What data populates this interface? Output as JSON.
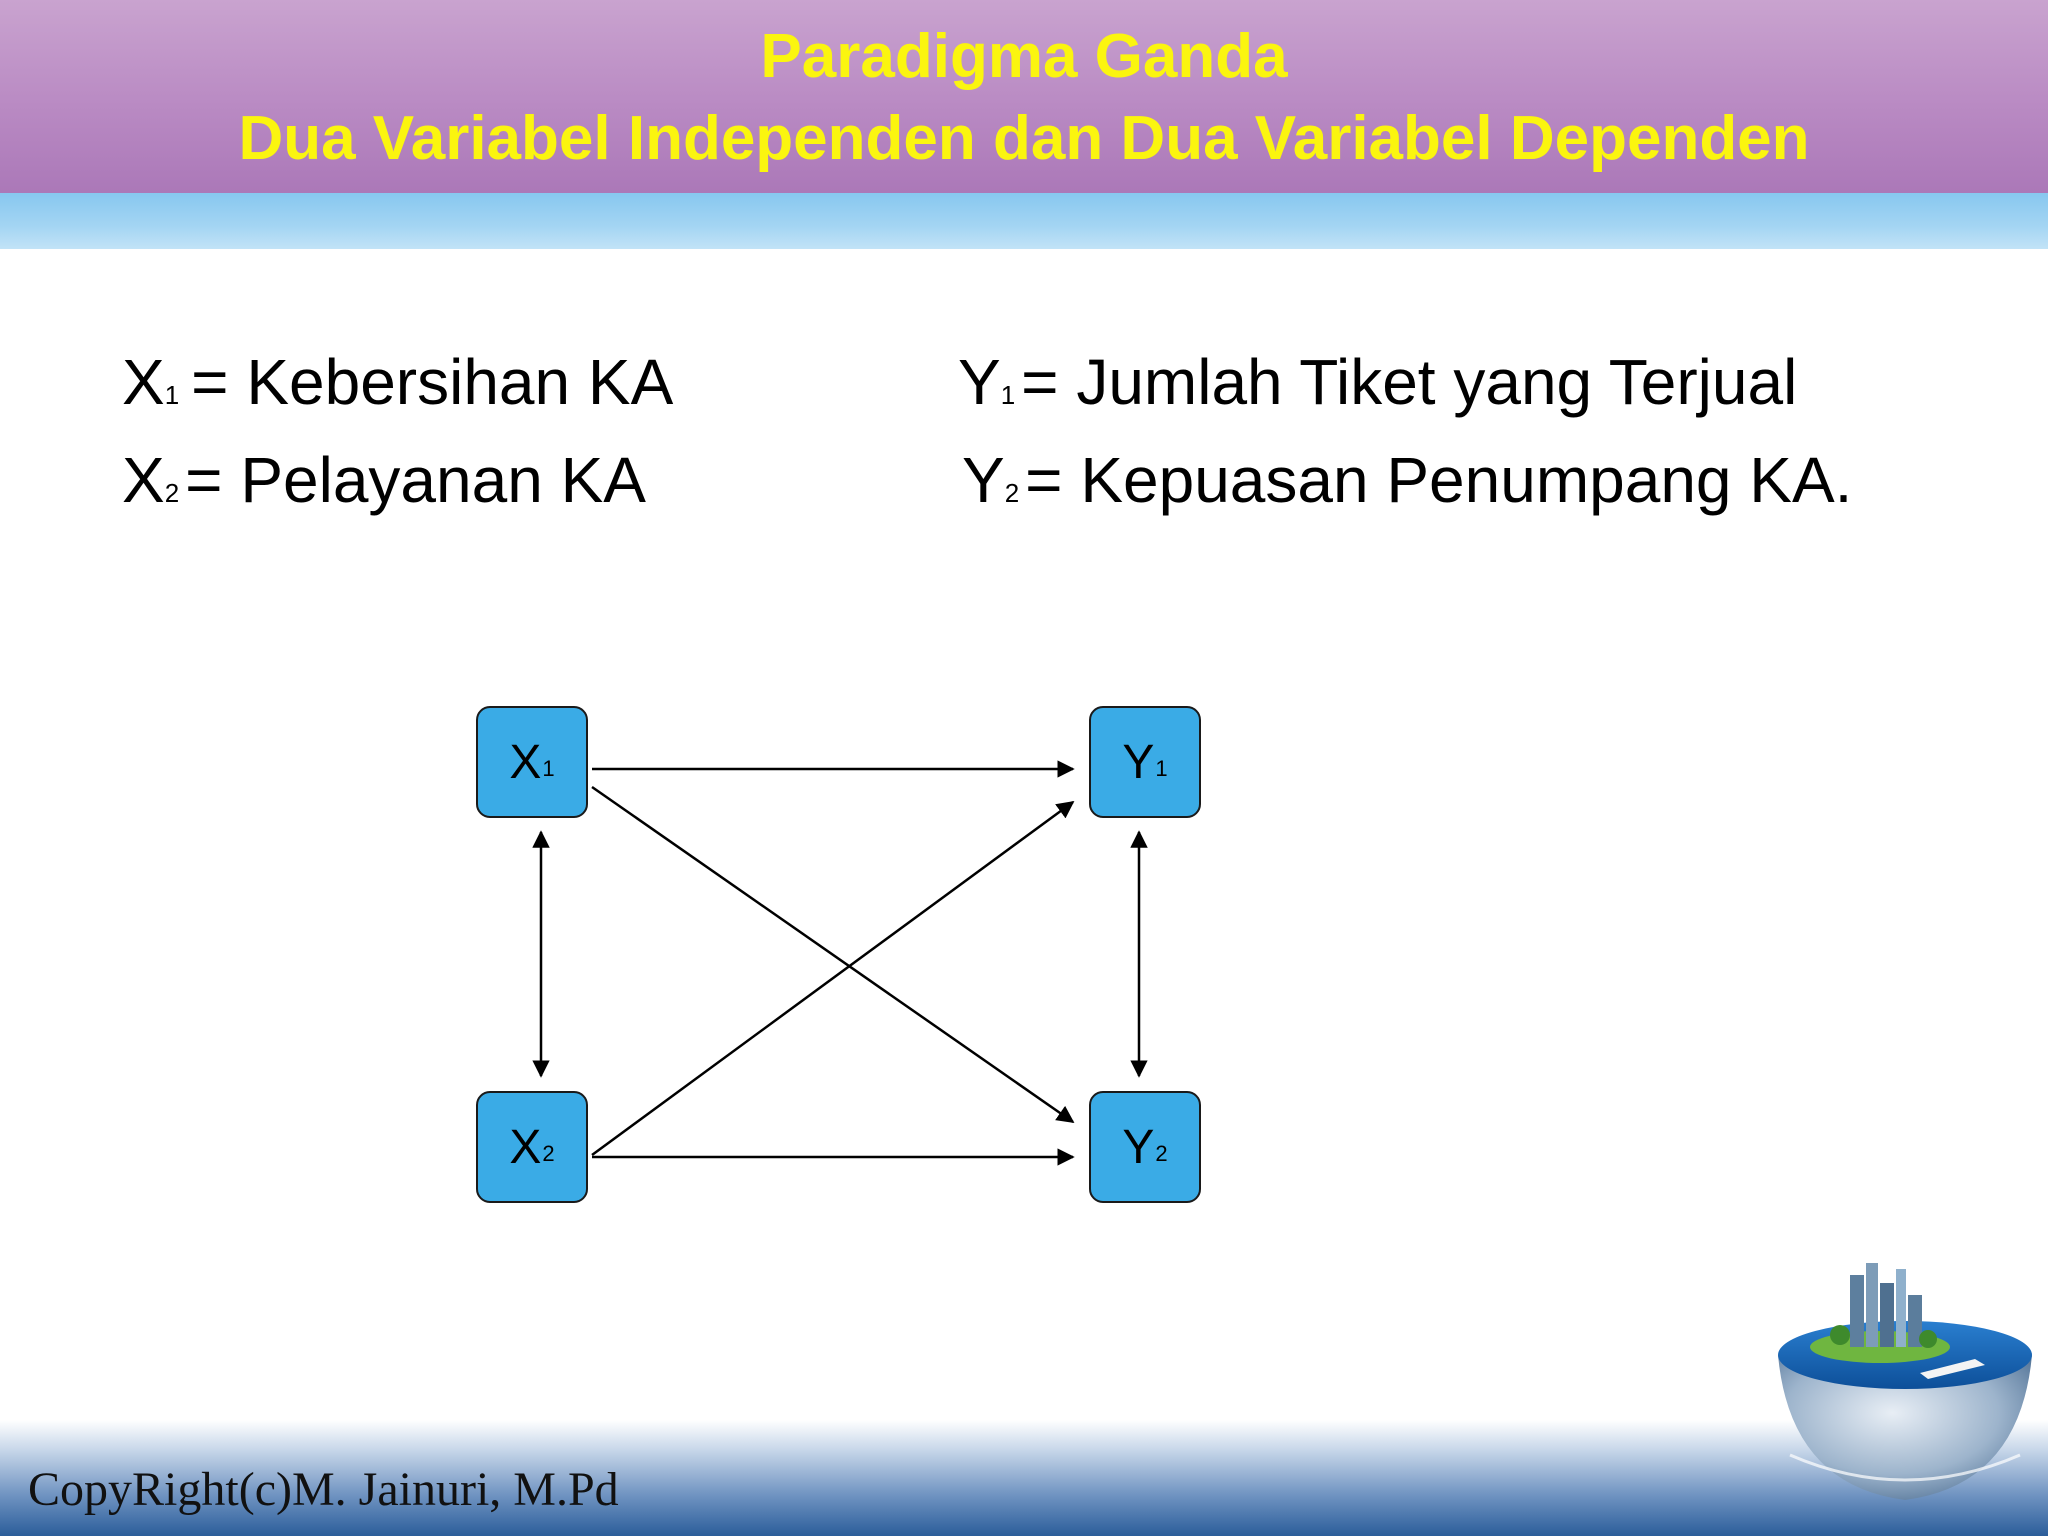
{
  "header": {
    "title_line1": "Paradigma Ganda",
    "title_line2": "Dua Variabel Independen dan Dua Variabel Dependen"
  },
  "legend": {
    "x1": {
      "symbol": "X",
      "subscript": "1",
      "description": "= Kebersihan KA"
    },
    "x2": {
      "symbol": "X",
      "subscript": "2",
      "description": "= Pelayanan KA"
    },
    "y1": {
      "symbol": "Y",
      "subscript": "1",
      "description": "= Jumlah Tiket yang Terjual"
    },
    "y2": {
      "symbol": "Y",
      "subscript": "2",
      "description": "= Kepuasan Penumpang KA."
    }
  },
  "diagram": {
    "nodes": {
      "x1": {
        "symbol": "X",
        "subscript": "1"
      },
      "x2": {
        "symbol": "X",
        "subscript": "2"
      },
      "y1": {
        "symbol": "Y",
        "subscript": "1"
      },
      "y2": {
        "symbol": "Y",
        "subscript": "2"
      }
    },
    "node_color": "#3aabe6",
    "edges": [
      {
        "from": "x1",
        "to": "y1",
        "type": "directed"
      },
      {
        "from": "x1",
        "to": "y2",
        "type": "directed"
      },
      {
        "from": "x2",
        "to": "y1",
        "type": "directed"
      },
      {
        "from": "x2",
        "to": "y2",
        "type": "directed"
      },
      {
        "from": "x1",
        "to": "x2",
        "type": "bidirectional"
      },
      {
        "from": "y1",
        "to": "y2",
        "type": "bidirectional"
      }
    ]
  },
  "footer": {
    "copyright": "CopyRight(c)M. Jainuri, M.Pd"
  },
  "colors": {
    "header_title": "#fbf50f",
    "header_bg": "#b98ac3",
    "band": "#a4d5f3"
  }
}
